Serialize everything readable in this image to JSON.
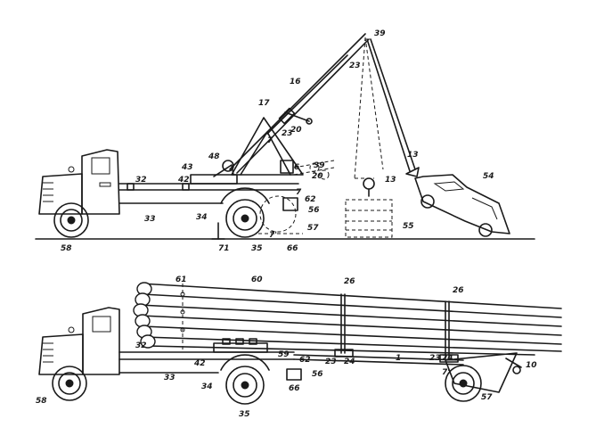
{
  "figure": {
    "ink_color": "#1a1a1a",
    "background_color": "#ffffff",
    "top_view_labels": {
      "l39a": "39",
      "l23a": "23",
      "l16": "16",
      "l17": "17",
      "l7a": "7",
      "l23b": "23",
      "l20a": "20",
      "l13a": "13",
      "l54": "54",
      "l43": "43",
      "l48": "48",
      "l42": "42",
      "l6": "6",
      "l20b": "20",
      "l39b": "39",
      "l13b": "13",
      "l32": "32",
      "l7b": "7",
      "l62": "62",
      "l56": "56",
      "l33": "33",
      "l34": "34",
      "l57": "57",
      "l55": "55",
      "l58": "58",
      "l71": "71",
      "l35": "35",
      "l7c": "7'",
      "l66": "66"
    },
    "bottom_view_labels": {
      "l61": "61",
      "l60": "60",
      "l26a": "26",
      "l26b": "26",
      "l32": "32",
      "l23a": "23",
      "l24a": "24",
      "l1": "1",
      "l23b": "23",
      "l24b": "24",
      "l10": "10",
      "l42": "42",
      "l59": "59",
      "l62": "62",
      "l7": "7'",
      "l33": "33",
      "l34": "34",
      "l56": "56",
      "l66": "66",
      "l58": "58",
      "l35": "35",
      "l57": "57"
    }
  }
}
